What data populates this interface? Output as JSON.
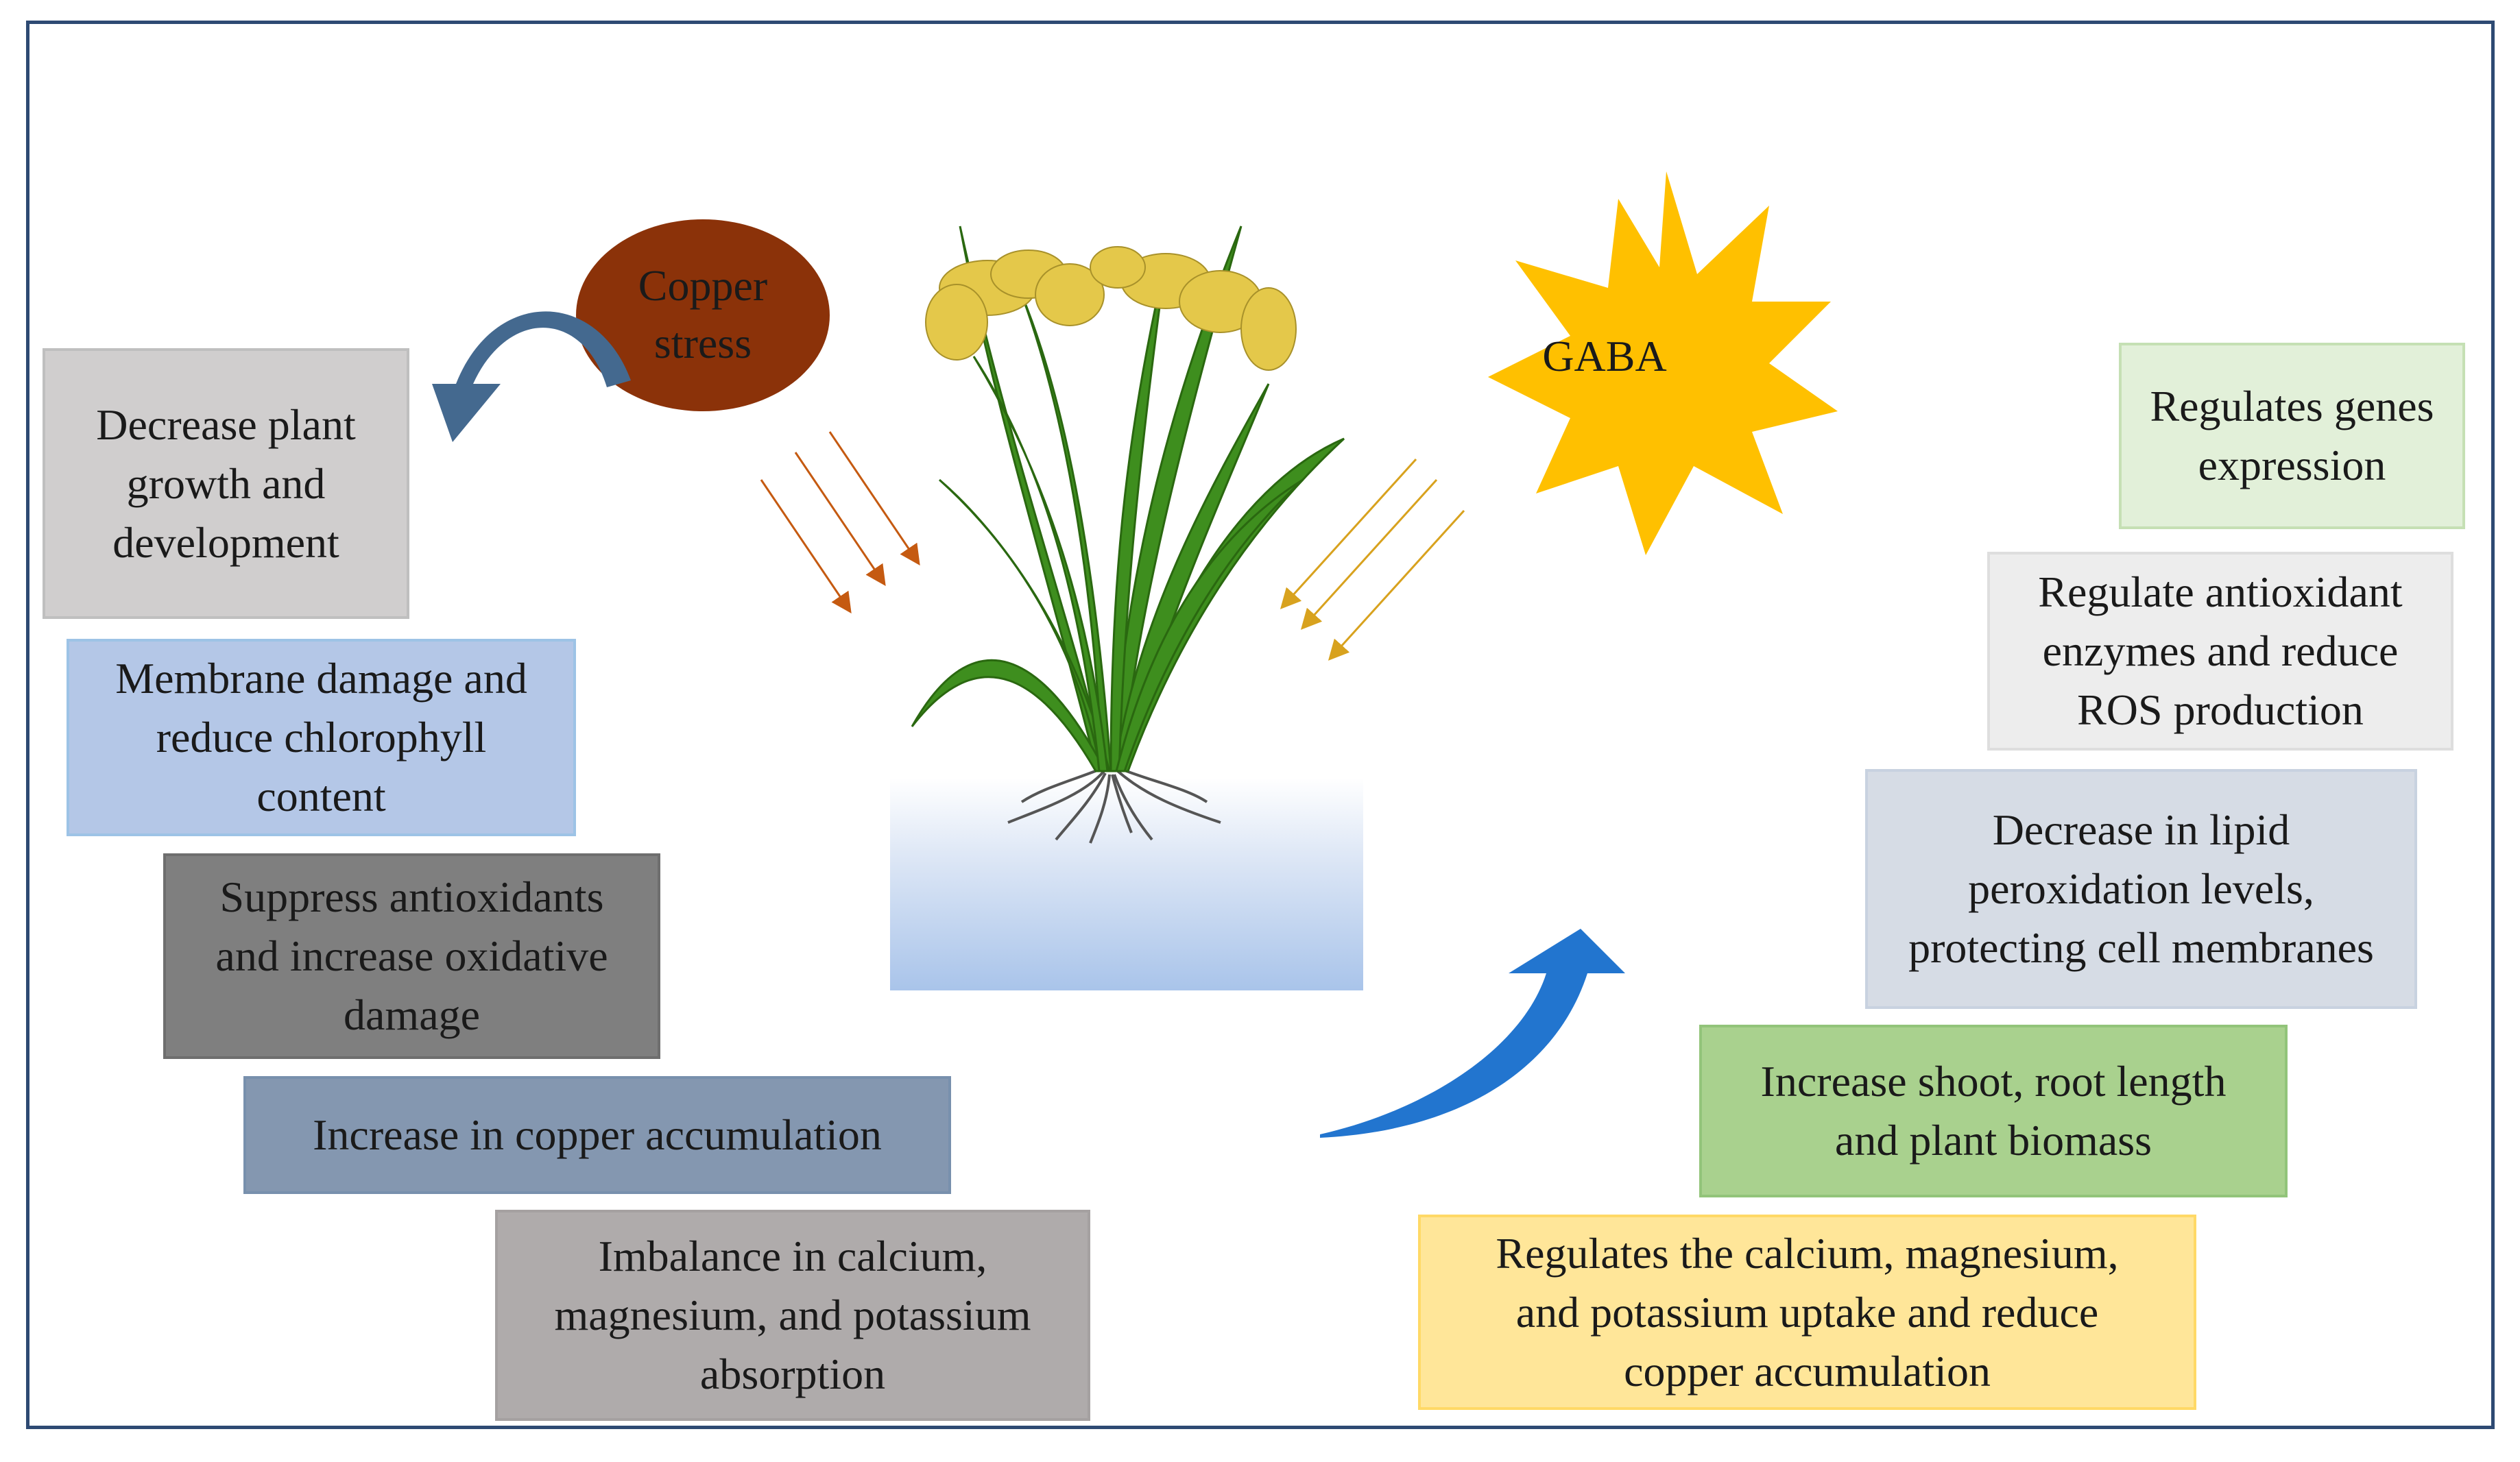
{
  "copper_stress": {
    "label": "Copper\nstress",
    "fill": "#8b3209"
  },
  "gaba": {
    "label": "GABA",
    "fill": "#ffc000"
  },
  "left_effects": [
    {
      "text": "Decrease plant\ngrowth and\ndevelopment",
      "fill": "#d0cece",
      "border": "#bfbfbf"
    },
    {
      "text": "Membrane damage and\nreduce chlorophyll\ncontent",
      "fill": "#b4c7e7",
      "border": "#9dc3e6"
    },
    {
      "text": "Suppress antioxidants\nand increase oxidative\ndamage",
      "fill": "#7f7f7f",
      "border": "#6e6e6e"
    },
    {
      "text": "Increase in copper accumulation",
      "fill": "#8497b0",
      "border": "#7890ad"
    },
    {
      "text": "Imbalance in calcium,\nmagnesium, and potassium\nabsorption",
      "fill": "#afabab",
      "border": "#a5a1a1"
    }
  ],
  "right_effects": [
    {
      "text": "Regulates genes\nexpression",
      "fill": "#e2f0d9",
      "border": "#c5e0b4"
    },
    {
      "text": "Regulate antioxidant\nenzymes and reduce\nROS production",
      "fill": "#ededed",
      "border": "#dedede"
    },
    {
      "text": "Decrease in lipid\nperoxidation levels,\nprotecting cell membranes",
      "fill": "#d6dce5",
      "border": "#c8d2e0"
    },
    {
      "text": "Increase shoot, root length\nand plant biomass",
      "fill": "#a9d18e",
      "border": "#92c47a"
    },
    {
      "text": "Regulates  the calcium, magnesium,\nand potassium uptake and reduce\ncopper accumulation",
      "fill": "#ffe699",
      "border": "#ffd966"
    }
  ],
  "colors": {
    "frame": "#2e4a73",
    "curved_arrow_left": "#44698f",
    "curved_arrow_right": "#2275cf",
    "stress_arrows": "#c55a11",
    "gaba_arrows": "#d8a21e",
    "water": "#a9c4ea"
  },
  "icons": [
    "copper-stress-ellipse",
    "gaba-sun",
    "rice-plant",
    "water-container",
    "curved-arrow-left",
    "curved-arrow-right"
  ]
}
